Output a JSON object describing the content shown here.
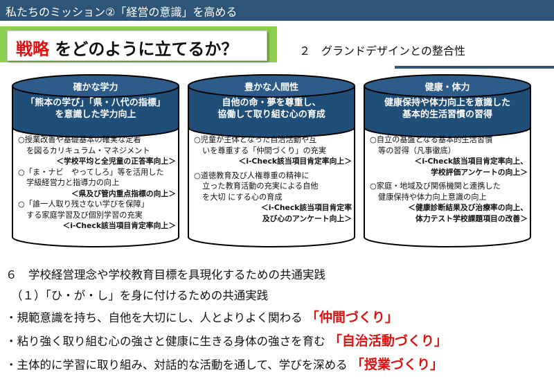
{
  "header": {
    "title": "私たちのミッション②「経営の意識」を高める"
  },
  "headline": {
    "strong": "戦略",
    "rest": "をどのように立てるか？"
  },
  "grand_design": "２　グランドデザインとの整合性",
  "columns": [
    {
      "cap": "確かな学力",
      "band": [
        "「熊本の学び」「県・八代の指標」",
        "を意識した学力向上"
      ],
      "items": [
        {
          "lines": [
            "○授業改善や基礎基本の確実な定着",
            "を図るカリキュラム・マネジメント"
          ],
          "note": [
            "＜学校平均と全児童の正答率向上＞"
          ]
        },
        {
          "lines": [
            "○「ま・ナビ　やってしろ」等を活用した",
            "学級経営力と指導力の向上"
          ],
          "note": [
            "＜県及び管内重点指標の向上＞"
          ]
        },
        {
          "lines": [
            "○「誰一人取り残さない学びを保障」",
            "する家庭学習及び個別学習の充実"
          ],
          "note": [
            "＜i-Check該当項目肯定率向上＞"
          ]
        }
      ]
    },
    {
      "cap": "豊かな人間性",
      "band": [
        "自他の命・夢を尊重し、",
        "協働して取り組む心の育成"
      ],
      "items": [
        {
          "lines": [
            "○児童が主体となった自治活動や互",
            "いを尊重する「仲間づくり」の充実"
          ],
          "note": [
            "＜i-Check該当項目肯定率向上＞"
          ]
        },
        {
          "lines": [
            "○道徳教育及び人権尊重の精神に",
            "立った教育活動の充実による自他",
            "を大切 にする心の育成"
          ],
          "note": [
            "＜i-Check該当項目肯定率",
            "及び心のアンケート向上＞"
          ]
        }
      ]
    },
    {
      "cap": "健康・体力",
      "band": [
        "健康保持や体力向上を意識した",
        "基本的生活習慣の習得"
      ],
      "items": [
        {
          "lines": [
            "○自立の基盤となる基本的生活習慣",
            "等の習得（凡事徹底）"
          ],
          "note": [
            "＜i-Check該当項目肯定率向上、",
            "学校評価アンケートの向上＞"
          ]
        },
        {
          "lines": [
            "○家庭・地域及び関係機関と連携した",
            "健康保持や体力向上意識の向上"
          ],
          "note": [
            "＜健康診断結果及び治療率の向上、",
            "体力テスト学校課題項目の改善＞"
          ]
        }
      ]
    }
  ],
  "practice": {
    "heading": "６　学校経営理念や学校教育目標を具現化するための共通実践",
    "sub": "（１）「ひ・が・し」を身に付けるための共通実践",
    "rows": [
      {
        "text": "・規範意識を持ち、自他を大切にし、人とよりよく関わる",
        "tag": "「仲間づくり」"
      },
      {
        "text": "・粘り強く取り組む心の強さと健康に生きる身体の強さを育む",
        "tag": "「自治活動づくり」"
      },
      {
        "text": "・主体的に学習に取り組み、対話的な活動を通して、学びを深める",
        "tag": "「授業づくり」"
      }
    ]
  },
  "colors": {
    "navy": "#2e5478",
    "band": "#1f4e79",
    "green": "#8fcf4f",
    "red": "#e01010"
  }
}
